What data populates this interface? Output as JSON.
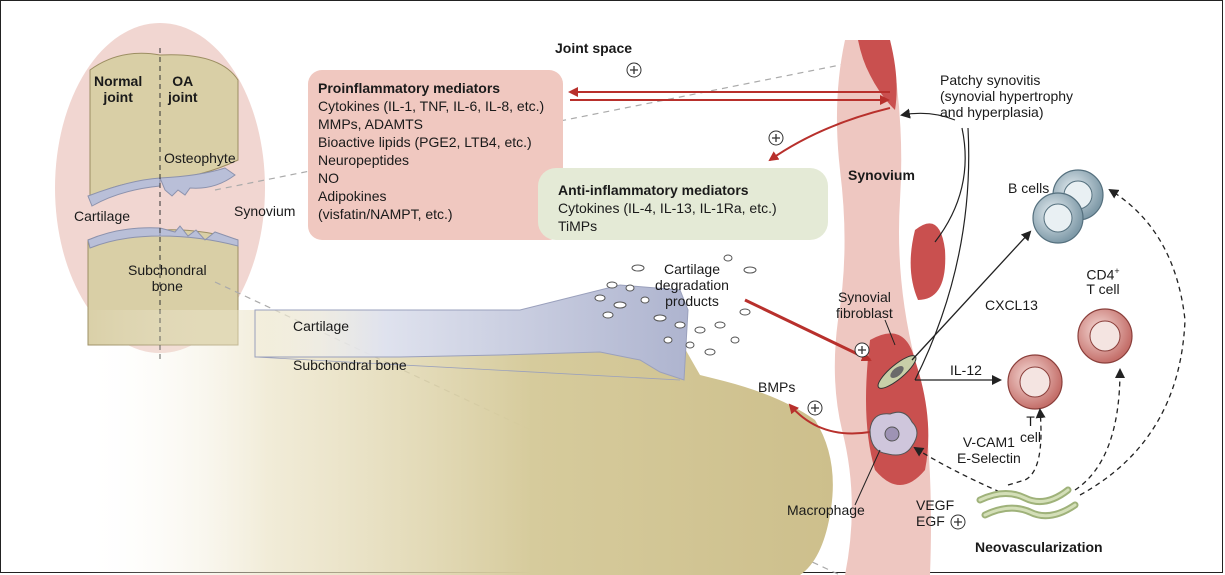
{
  "labels": {
    "joint_space": "Joint space",
    "normal_joint": "Normal\njoint",
    "oa_joint": "OA\njoint",
    "osteophyte": "Osteophyte",
    "cartilage_small": "Cartilage",
    "synovium_left": "Synovium",
    "subchondral_small": "Subchondral\nbone",
    "cartilage_big": "Cartilage",
    "subchondral_big": "Subchondral bone",
    "patchy": "Patchy synovitis\n(synovial hypertrophy\nand hyperplasia)",
    "synovium_right": "Synovium",
    "b_cells": "B cells",
    "cd4": "CD4",
    "cd4_sup": "+",
    "t_cell_word": "T cell",
    "cxcl13": "CXCL13",
    "synovial_fibroblast": "Synovial\nfibroblast",
    "il12": "IL-12",
    "t_cell": "T\ncell",
    "bmps": "BMPs",
    "vcam": "V-CAM1\nE-Selectin",
    "macrophage": "Macrophage",
    "vegf": "VEGF\nEGF",
    "neovascularization": "Neovascularization",
    "degradation": "Cartilage\ndegradation\nproducts"
  },
  "proinflammatory": {
    "title": "Proinflammatory mediators",
    "items": [
      "Cytokines (IL-1, TNF, IL-6, IL-8, etc.)",
      "MMPs, ADAMTS",
      "Bioactive lipids (PGE2, LTB4, etc.)",
      "Neuropeptides",
      "NO",
      "Adipokines",
      "(visfatin/NAMPT, etc.)"
    ]
  },
  "antiinflammatory": {
    "title": "Anti-inflammatory mediators",
    "items": [
      "Cytokines (IL-4, IL-13, IL-1Ra, etc.)",
      "TiMPs"
    ]
  },
  "colors": {
    "pink_box": "#f0c8c0",
    "green_box": "#e4ead6",
    "bone": "#d9cfa6",
    "cartilage": "#c8cde0",
    "synovium": "#c9504f",
    "red_arrow": "#b8302c"
  }
}
